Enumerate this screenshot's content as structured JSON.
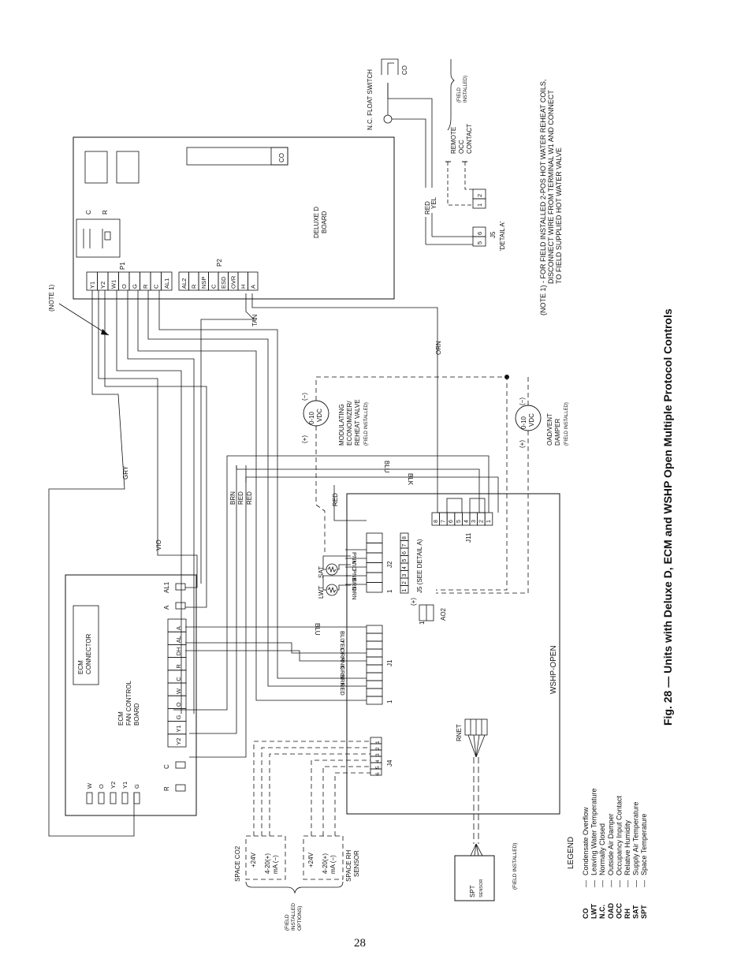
{
  "figure": {
    "caption": "Fig. 28 — Units with Deluxe D, ECM and WSHP Open Multiple Protocol Controls",
    "page_number": "28"
  },
  "note": {
    "marker": "(NOTE 1)",
    "text_line1": "(NOTE 1) - FOR FIELD INSTALLED 2-POS HOT WATER REHEAT COILS,",
    "text_line2": "DISCONNECT WIRE FROM TERMINAL W1 AND CONNECT",
    "text_line3": "TO FIELD SUPPLIED HOT WATER VALVE"
  },
  "deluxe_board": {
    "title_line1": "DELUXE D",
    "title_line2": "BOARD",
    "co": "CO",
    "c_label": "C",
    "r_label": "R",
    "p1": "P1",
    "p2": "P2",
    "p1_terminals": [
      "Y1",
      "Y2",
      "W1",
      "O",
      "G",
      "R",
      "C",
      "AL1"
    ],
    "p2_terminals": [
      "AL2",
      "R",
      "NSP",
      "C",
      "ESD",
      "OVR",
      "H",
      "A"
    ]
  },
  "float_switch": {
    "label": "N.C. FLOAT SWITCH",
    "co": "CO"
  },
  "remote_occ": {
    "line1": "REMOTE",
    "line2": "OCC",
    "line3": "CONTACT",
    "field1": "(FIELD",
    "field2": "INSTALLED)"
  },
  "detail_a": {
    "j5": "J5",
    "label": "'DETAIL A'",
    "pins": [
      "6",
      "5",
      "2",
      "1"
    ]
  },
  "ecm_board": {
    "connector_line1": "ECM",
    "connector_line2": "CONNECTOR",
    "title_line1": "ECM",
    "title_line2": "FAN CONTROL",
    "title_line3": "BOARD",
    "strip": [
      "Y2",
      "Y1",
      "G",
      "O",
      "W",
      "C",
      "R",
      "DH",
      "AL",
      "A"
    ],
    "side_c": "C",
    "side_r": "R",
    "side_a": "A",
    "side_al1": "AL1",
    "bottom": [
      "W",
      "O",
      "Y2",
      "Y1",
      "G"
    ]
  },
  "wshp": {
    "title": "WSHP-OPEN",
    "j1": "J1",
    "j2": "J2",
    "j4": "J4",
    "j5_note": "J5 (SEE DETAIL A)",
    "j11": "J11",
    "ao2": "AO2",
    "ao2_plus": "(+)",
    "pin_one": "1",
    "rnet": "RNET",
    "j5_pins": [
      "8",
      "7",
      "6",
      "5",
      "4",
      "3",
      "2",
      "1"
    ],
    "j4_pins": [
      "6",
      "5",
      "4",
      "3",
      "2",
      "1"
    ],
    "j11_pins": [
      "8",
      "7",
      "6",
      "5",
      "4",
      "3",
      "2",
      "1"
    ]
  },
  "wires": {
    "gry": "GRY",
    "vio": "VIO",
    "tan": "TAN",
    "orn": "ORN",
    "red": "RED",
    "yel": "YEL",
    "blu": "BLU",
    "blk": "BLK",
    "brn": "BRN",
    "grn": "GRN",
    "pnk": "PNK"
  },
  "j2_wires": [
    "PNK",
    "VIO",
    "PNK",
    "BRN",
    "ORN"
  ],
  "j1_wires": [
    "BLU",
    "YEL",
    "ORN",
    "PNK",
    "GRN",
    "BRN",
    "RED"
  ],
  "sensors": {
    "sat": "SAT",
    "lwt": "LWT",
    "spt": "SPT",
    "spt_sub": "SENSOR",
    "co2_line1": "SPACE CO2",
    "co2_24v": "+24V",
    "co2_420a": "4-20(+)",
    "co2_420b": "mA (−)",
    "rh_24v": "+24V",
    "rh_420a": "4-20(+)",
    "rh_420b": "mA (−)",
    "rh_line1": "SPACE RH",
    "rh_line2": "SENSOR",
    "field_options1": "(FIELD",
    "field_options2": "INSTALLED",
    "field_options3": "OPTIONS)",
    "field_installed": "(FIELD INSTALLED)"
  },
  "actuators": {
    "valve_sig": "0-10",
    "valve_vdc": "VDC",
    "valve_plus": "(+)",
    "valve_minus": "(−)",
    "valve_line1": "MODULATING",
    "valve_line2": "ECONOMIZER/",
    "valve_line3": "REHEAT VALVE",
    "valve_field": "(FIELD INSTALLED)",
    "damper_sig": "0-10",
    "damper_vdc": "VDC",
    "damper_plus": "(+)",
    "damper_minus": "(−)",
    "damper_line1": "OAD/VENT",
    "damper_line2": "DAMPER",
    "damper_field": "(FIELD INSTALLED)"
  },
  "legend": {
    "title": "LEGEND",
    "items": [
      {
        "abbr": "CO",
        "desc": "Condensate Overflow"
      },
      {
        "abbr": "LWT",
        "desc": "Leaving Water Temperature"
      },
      {
        "abbr": "N.C.",
        "desc": "Normally Closed"
      },
      {
        "abbr": "OAD",
        "desc": "Outside Air Damper"
      },
      {
        "abbr": "OCC",
        "desc": "Occupancy Input Contact"
      },
      {
        "abbr": "RH",
        "desc": "Relative Humidity"
      },
      {
        "abbr": "SAT",
        "desc": "Supply Air Temperature"
      },
      {
        "abbr": "SPT",
        "desc": "Space Temperature"
      }
    ]
  }
}
